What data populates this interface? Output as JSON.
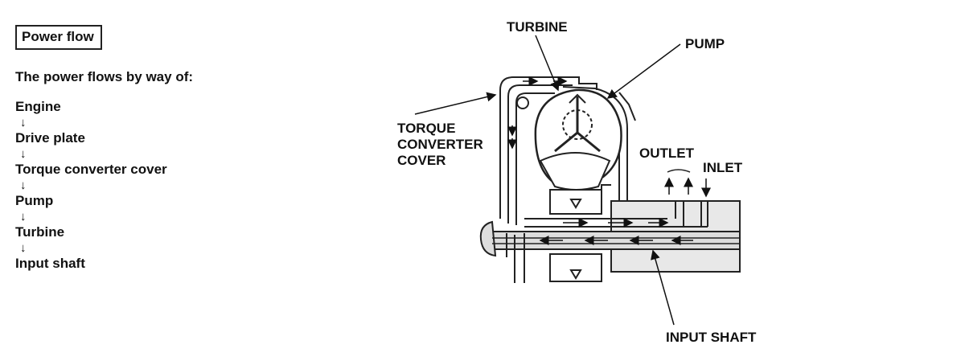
{
  "title": "Power flow",
  "intro": "The power flows by way of:",
  "arrow_glyph": "↓",
  "steps": [
    "Engine",
    "Drive plate",
    "Torque converter cover",
    "Pump",
    "Turbine",
    "Input shaft"
  ],
  "labels": {
    "turbine": "TURBINE",
    "pump": "PUMP",
    "cover_line1": "TORQUE",
    "cover_line2": "CONVERTER",
    "cover_line3": "COVER",
    "outlet": "OUTLET",
    "inlet": "INLET",
    "input_shaft": "INPUT SHAFT"
  }
}
